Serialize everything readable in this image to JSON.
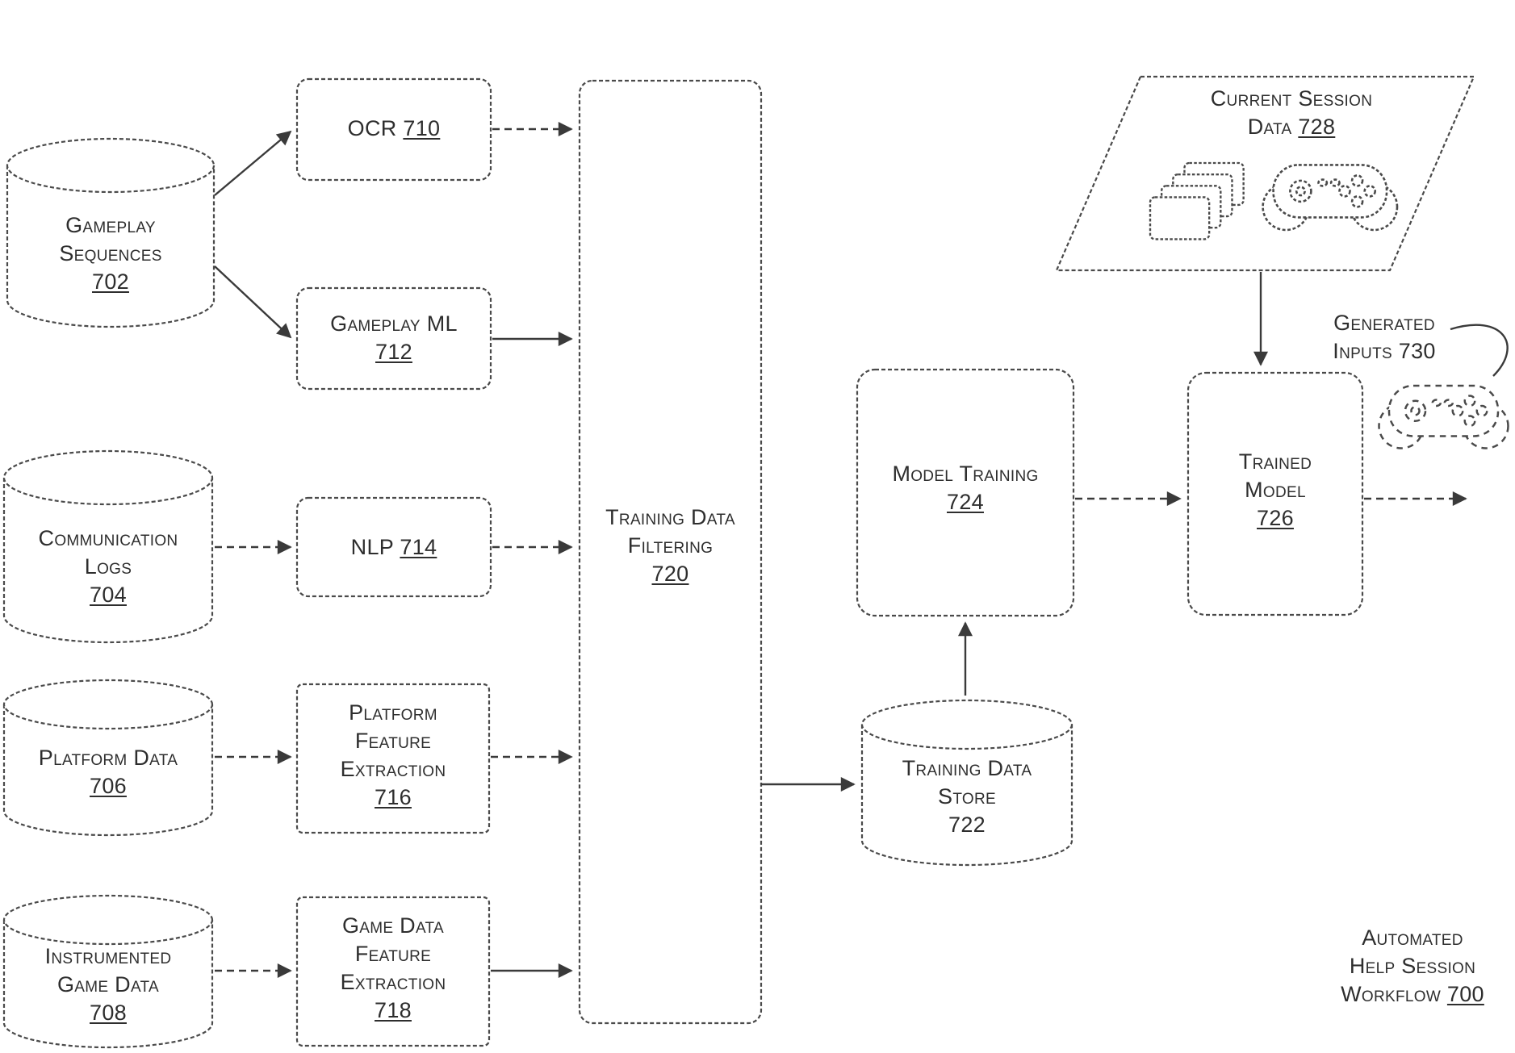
{
  "figure": {
    "caption_lines": [
      "Automated",
      "Help Session"
    ],
    "caption_prefix": "Workflow",
    "caption_num": "700"
  },
  "nodes": {
    "gameplay_sequences": {
      "lines": [
        "Gameplay",
        "Sequences"
      ],
      "num": "702"
    },
    "ocr": {
      "label": "OCR",
      "num": "710"
    },
    "gameplay_ml": {
      "label": "Gameplay ML",
      "num": "712"
    },
    "communication_logs": {
      "lines": [
        "Communication",
        "Logs"
      ],
      "num": "704"
    },
    "nlp": {
      "label": "NLP",
      "num": "714"
    },
    "platform_data": {
      "label": "Platform Data",
      "num": "706"
    },
    "platform_feature_extraction": {
      "lines": [
        "Platform",
        "Feature",
        "Extraction"
      ],
      "num": "716"
    },
    "instrumented_game_data": {
      "lines": [
        "Instrumented",
        "Game Data"
      ],
      "num": "708"
    },
    "game_data_feature_extraction": {
      "lines": [
        "Game Data",
        "Feature",
        "Extraction"
      ],
      "num": "718"
    },
    "training_data_filtering": {
      "lines": [
        "Training Data",
        "Filtering"
      ],
      "num": "720"
    },
    "training_data_store": {
      "lines": [
        "Training Data",
        "Store"
      ],
      "num": "722"
    },
    "model_training": {
      "label": "Model Training",
      "num": "724"
    },
    "trained_model": {
      "lines": [
        "Trained",
        "Model"
      ],
      "num": "726"
    },
    "current_session_data": {
      "line1": "Current Session",
      "line2_label": "Data",
      "num": "728"
    },
    "generated_inputs": {
      "line1": "Generated",
      "line2_label": "Inputs",
      "num": "730"
    }
  },
  "icons": {
    "cards_icon": "stacked-cards",
    "session_controller_icon": "game-controller",
    "generated_controller_icon": "game-controller-dashed"
  },
  "colors": {
    "stroke": "#4a4a4a",
    "text": "#2e2e2e",
    "background": "#ffffff"
  }
}
